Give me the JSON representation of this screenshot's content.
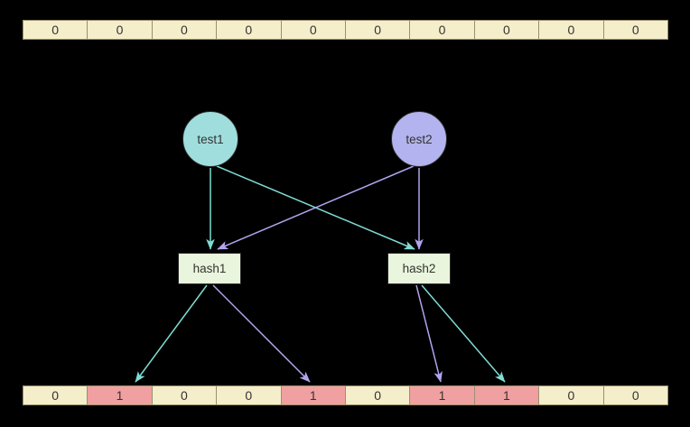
{
  "diagram": {
    "title": "bloom-filter-hashing",
    "background": "#000000",
    "colors": {
      "cell_unset": "#f5eeca",
      "cell_set": "#f0a0a0",
      "cell_border": "#9a9070",
      "node_test1": "#a0dede",
      "node_test2": "#b3b3ef",
      "node_hash": "#e9f5dc",
      "node_border": "#2b2b2b",
      "edge_teal": "#7fdcd4",
      "edge_purple": "#b3a4ef",
      "text": "#333333"
    }
  },
  "bit_array_top": {
    "name": "initial-bit-array",
    "cells": [
      {
        "value": "0",
        "set": false
      },
      {
        "value": "0",
        "set": false
      },
      {
        "value": "0",
        "set": false
      },
      {
        "value": "0",
        "set": false
      },
      {
        "value": "0",
        "set": false
      },
      {
        "value": "0",
        "set": false
      },
      {
        "value": "0",
        "set": false
      },
      {
        "value": "0",
        "set": false
      },
      {
        "value": "0",
        "set": false
      },
      {
        "value": "0",
        "set": false
      }
    ]
  },
  "bit_array_bottom": {
    "name": "resulting-bit-array",
    "cells": [
      {
        "value": "0",
        "set": false
      },
      {
        "value": "1",
        "set": true
      },
      {
        "value": "0",
        "set": false
      },
      {
        "value": "0",
        "set": false
      },
      {
        "value": "1",
        "set": true
      },
      {
        "value": "0",
        "set": false
      },
      {
        "value": "1",
        "set": true
      },
      {
        "value": "1",
        "set": true
      },
      {
        "value": "0",
        "set": false
      },
      {
        "value": "0",
        "set": false
      }
    ]
  },
  "nodes": {
    "test1": {
      "label": "test1",
      "shape": "circle",
      "color": "#a0dede"
    },
    "test2": {
      "label": "test2",
      "shape": "circle",
      "color": "#b3b3ef"
    },
    "hash1": {
      "label": "hash1",
      "shape": "rect",
      "color": "#e9f5dc"
    },
    "hash2": {
      "label": "hash2",
      "shape": "rect",
      "color": "#e9f5dc"
    }
  },
  "edges": [
    {
      "from": "test1",
      "to": "hash1",
      "color": "#7fdcd4"
    },
    {
      "from": "test1",
      "to": "hash2",
      "color": "#7fdcd4"
    },
    {
      "from": "test2",
      "to": "hash1",
      "color": "#b3a4ef"
    },
    {
      "from": "test2",
      "to": "hash2",
      "color": "#b3a4ef"
    },
    {
      "from": "hash1",
      "to": "bit-1",
      "color": "#7fdcd4"
    },
    {
      "from": "hash1",
      "to": "bit-4",
      "color": "#b3a4ef"
    },
    {
      "from": "hash2",
      "to": "bit-6",
      "color": "#b3a4ef"
    },
    {
      "from": "hash2",
      "to": "bit-7",
      "color": "#7fdcd4"
    }
  ]
}
